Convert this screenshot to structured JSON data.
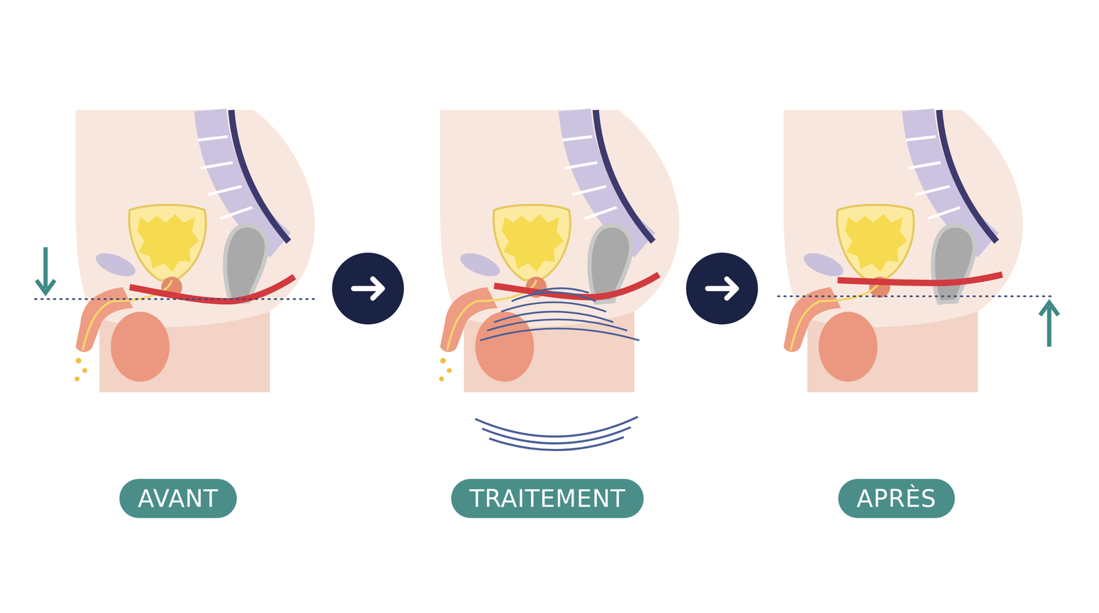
{
  "diagram": {
    "nodes": [
      {
        "text": [
          "AVANT"
        ]
      },
      {
        "text": [
          "TRAITEMENT"
        ]
      },
      {
        "text": [
          "APRÈS"
        ]
      }
    ],
    "edges": [
      {
        "from": 0,
        "to": 1,
        "arrow": "to"
      },
      {
        "from": 1,
        "to": 2,
        "arrow": "to"
      }
    ]
  }
}
